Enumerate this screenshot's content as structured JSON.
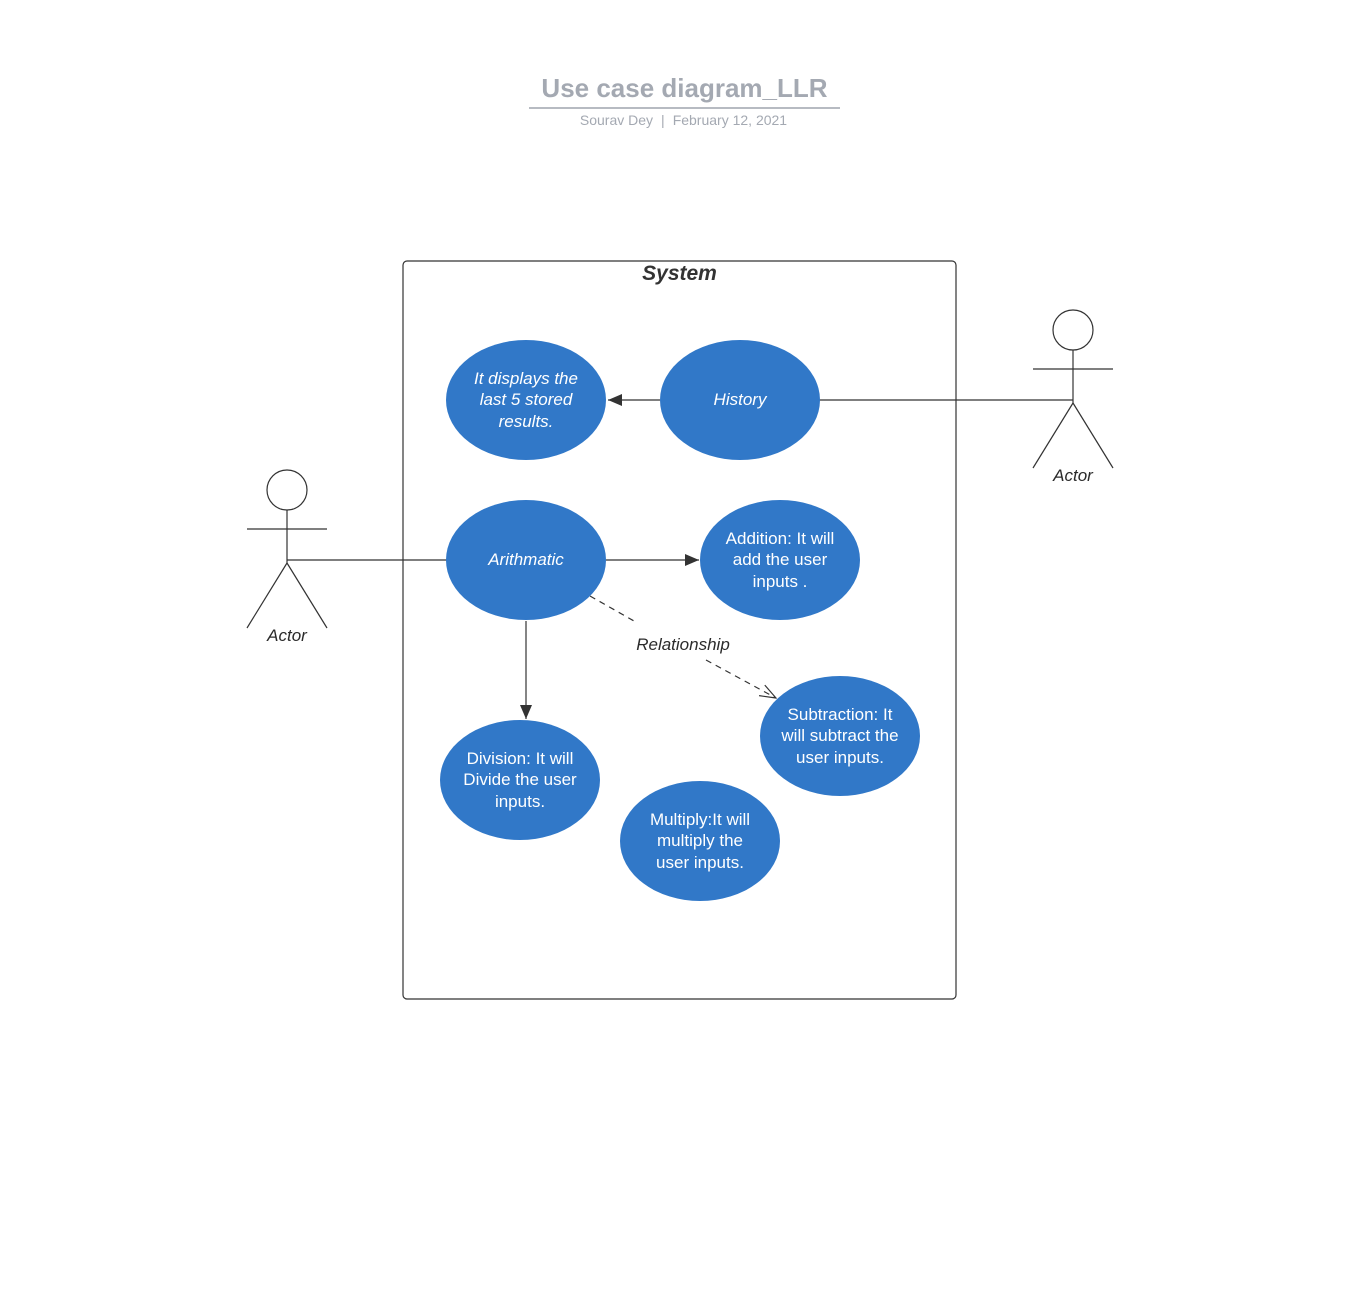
{
  "header": {
    "title": "Use case diagram_LLR",
    "author": "Sourav Dey",
    "separator": "|",
    "date": "February 12, 2021"
  },
  "system": {
    "label": "System"
  },
  "actors": {
    "left": "Actor",
    "right": "Actor"
  },
  "use_cases": {
    "display_last5": "It displays the last 5 stored results.",
    "history": "History",
    "arithmatic": "Arithmatic",
    "addition": "Addition: It will add the user inputs .",
    "subtraction": "Subtraction: It will subtract the user inputs.",
    "division": "Division: It will Divide the user inputs.",
    "multiply": "Multiply:It will multiply the user inputs."
  },
  "relationship_label": "Relationship",
  "colors": {
    "usecase_fill": "#3178c8",
    "line": "#333333",
    "header_text": "#a4a9b2"
  }
}
